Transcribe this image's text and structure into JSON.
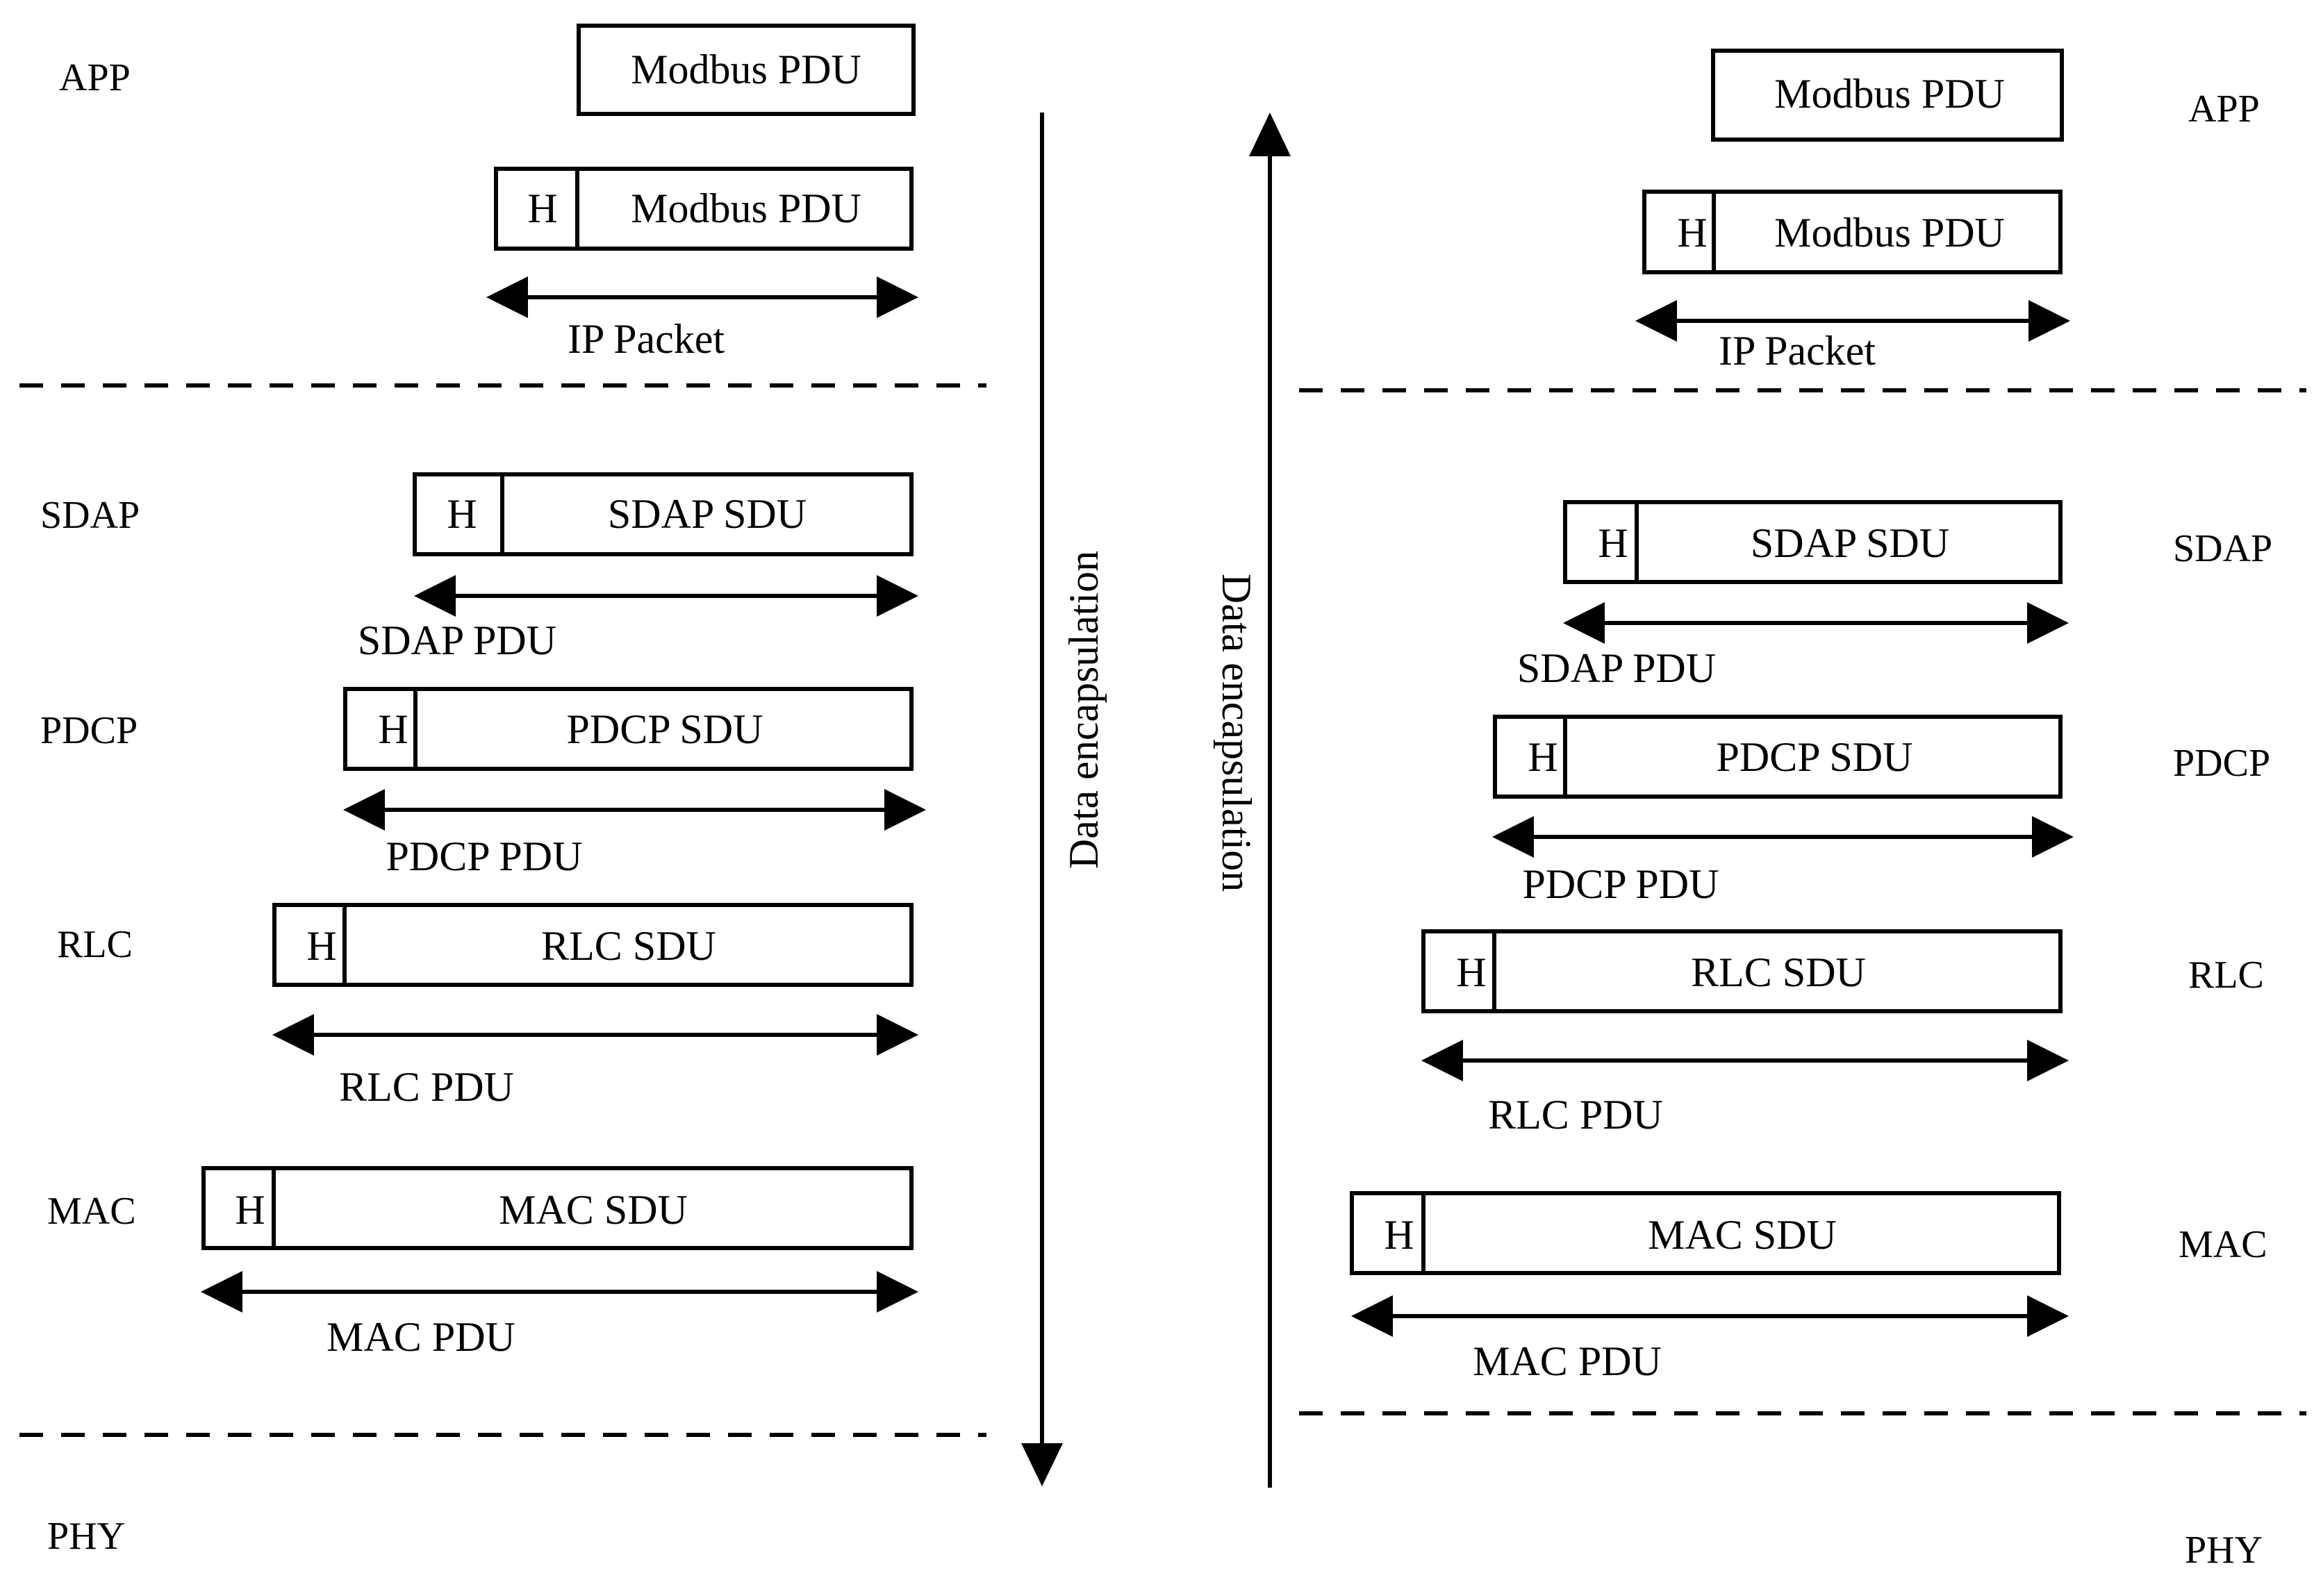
{
  "left": {
    "layers": {
      "app": "APP",
      "sdap": "SDAP",
      "pdcp": "PDCP",
      "rlc": "RLC",
      "mac": "MAC",
      "phy": "PHY"
    },
    "app_pdu": "Modbus PDU",
    "ip": {
      "header": "H",
      "payload": "Modbus PDU",
      "span": "IP Packet"
    },
    "sdap": {
      "header": "H",
      "payload": "SDAP SDU",
      "span": "SDAP PDU"
    },
    "pdcp": {
      "header": "H",
      "payload": "PDCP SDU",
      "span": "PDCP PDU"
    },
    "rlc": {
      "header": "H",
      "payload": "RLC SDU",
      "span": "RLC PDU"
    },
    "mac": {
      "header": "H",
      "payload": "MAC SDU",
      "span": "MAC PDU"
    },
    "direction": "Data encapsulation"
  },
  "right": {
    "layers": {
      "app": "APP",
      "sdap": "SDAP",
      "pdcp": "PDCP",
      "rlc": "RLC",
      "mac": "MAC",
      "phy": "PHY"
    },
    "app_pdu": "Modbus PDU",
    "ip": {
      "header": "H",
      "payload": "Modbus PDU",
      "span": "IP Packet"
    },
    "sdap": {
      "header": "H",
      "payload": "SDAP SDU",
      "span": "SDAP PDU"
    },
    "pdcp": {
      "header": "H",
      "payload": "PDCP SDU",
      "span": "PDCP PDU"
    },
    "rlc": {
      "header": "H",
      "payload": "RLC SDU",
      "span": "RLC PDU"
    },
    "mac": {
      "header": "H",
      "payload": "MAC SDU",
      "span": "MAC PDU"
    },
    "direction": "Data encapsulation"
  }
}
